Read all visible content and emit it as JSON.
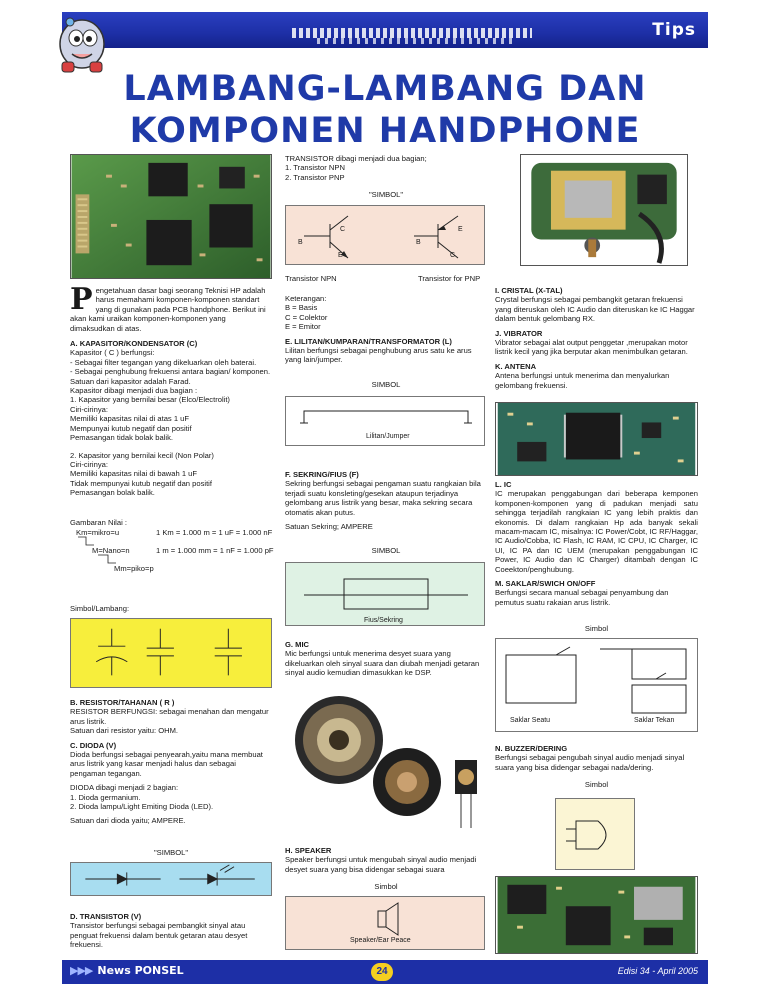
{
  "header": {
    "section": "Tips"
  },
  "title": {
    "line1": "LAMBANG-LAMBANG DAN",
    "line2": "KOMPONEN HANDPHONE"
  },
  "col1": {
    "dropcap": "P",
    "intro": "engetahuan dasar bagi seorang Teknisi HP adalah harus memahami komponen-komponen standart yang di gunakan pada PCB handphone. Berikut ini akan kami uraikan komponen-komponen yang dimaksudkan di atas.",
    "a_title": "A. KAPASITOR/KONDENSATOR (C)",
    "a_text1": "Kapasitor ( C ) berfungsi:",
    "a_text2": "- Sebagai filter tegangan yang dikeluarkan oleh baterai.",
    "a_text3": "- Sebagai penghubung frekuensi antara bagian/ komponen.",
    "a_text4": "Satuan dari kapasitor adalah Farad.",
    "a_text5": "Kapasitor dibagi menjadi dua bagian :",
    "a_text6": "1. Kapasitor yang bernilai besar (Elco/Electrolit)",
    "a_text7": "Ciri-cirinya:",
    "a_text8": "Memiliki kapasitas nilai di atas 1 uF",
    "a_text9": "Mempunyai kutub negatif dan positif",
    "a_text10": "Pemasangan tidak bolak balik.",
    "a_text11": "2. Kapasitor yang bernilai kecil (Non Polar)",
    "a_text12": "Ciri-cirinya:",
    "a_text13": "Memiliki kapasitas nilai di bawah 1 uF",
    "a_text14": "Tidak mempunyai kutub negatif dan positif",
    "a_text15": "Pemasangan bolak balik.",
    "nilai_title": "Gambaran Nilai :",
    "nilai_km": "Km=mikro=u",
    "nilai_m": "M=Nano=n",
    "nilai_mm": "Mm=piko=p",
    "nilai_eq1": "1 Km = 1.000 m = 1 uF = 1.000 nF",
    "nilai_eq2": "1 m = 1.000 mm = 1 nF = 1.000 pF",
    "simbol_label": "Simbol/Lambang:",
    "b_title": "B. RESISTOR/TAHANAN ( R )",
    "b_text1": "RESISTOR BERFUNGSI: sebagai menahan dan mengatur arus listrik.",
    "b_text2": "Satuan dari resistor yaitu: OHM.",
    "c_title": "C. DIODA (V)",
    "c_text1": "Dioda berfungsi sebagai penyearah,yaitu mana membuat arus listrik yang kasar menjadi halus dan sebagai pengaman tegangan.",
    "c_text2": "DIODA dibagi menjadi 2 bagian:",
    "c_text3": "1. Dioda germanium.",
    "c_text4": "2. Dioda lampu/Light Emiting Dioda (LED).",
    "c_text5": "Satuan dari dioda yaitu; AMPERE.",
    "c_simbol": "\"SIMBOL\"",
    "d_title": "D. TRANSISTOR (V)",
    "d_text1": "Transistor berfungsi sebagai pembangkit sinyal atau penguat frekuensi dalam bentuk getaran atau desyet frekuensi."
  },
  "col2": {
    "t_text1": "TRANSISTOR dibagi menjadi dua bagian;",
    "t_text2": "1. Transistor NPN",
    "t_text3": "2. Transistor PNP",
    "t_simbol": "\"SIMBOL\"",
    "t_npn": "Transistor NPN",
    "t_pnp": "Transistor for PNP",
    "b": "B",
    "c": "C",
    "e": "E",
    "ket_title": "Keterangan:",
    "ket_b": "B = Basis",
    "ket_c": "C = Colektor",
    "ket_e": "E = Emitor",
    "e_title": "E. LILITAN/KUMPARAN/TRANSFORMATOR (L)",
    "e_text1": "Lilitan berfungsi sebagai penghubung arus satu ke arus yang lain/jumper.",
    "e_simbol": "SIMBOL",
    "e_box": "Lilitan/Jumper",
    "f_title": "F. SEKRING/FIUS (F)",
    "f_text1": "Sekring berfungsi sebagai pengaman suatu rangkaian bila terjadi suatu konsleting/gesekan ataupun terjadinya gelombang arus listrik yang besar, maka sekring secara otomatis akan putus.",
    "f_text2": "Satuan Sekring; AMPERE",
    "f_simbol": "SIMBOL",
    "f_box": "Fius/Sekring",
    "g_title": "G. MIC",
    "g_text1": "Mic berfungsi untuk menerima desyet suara yang dikeluarkan oleh sinyal suara dan diubah menjadi getaran sinyal audio kemudian dimasukkan ke DSP.",
    "h_title": "H. SPEAKER",
    "h_text1": "Speaker berfungsi untuk mengubah sinyal audio menjadi desyet suara yang bisa didengar sebagai suara",
    "h_simbol": "Simbol",
    "h_box": "Speaker/Ear Peace"
  },
  "col3": {
    "i_title": "I. CRISTAL (X-TAL)",
    "i_text1": "Crystal berfungsi sebagai pembangkit getaran frekuensi yang diteruskan oleh IC Audio dan diteruskan ke IC Haggar dalam bentuk gelombang RX.",
    "j_title": "J. VIBRATOR",
    "j_text1": "Vibrator sebagai alat output penggetar ,merupakan motor listrik kecil yang jika berputar akan menimbulkan getaran.",
    "k_title": "K. ANTENA",
    "k_text1": "Antena berfungsi untuk menerima dan menyalurkan gelombang frekuensi.",
    "l_title": "L. IC",
    "l_text1": "IC merupakan penggabungan dari beberapa kemponen komponen-komponen yang di padukan menjadi satu sehingga terjadilah rangkaian IC yang lebih praktis dan ekonomis. Di dalam rangkaian Hp ada banyak sekali macam-macam IC, misalnya: IC Power/Cobt, IC RF/Haggar, IC Audio/Cobba, IC Flash, IC RAM, IC CPU, IC Charger, IC UI, IC PA dan IC UEM (merupakan penggabungan IC Power, IC Audio dan IC Charger) ditambah dengan IC Coeekton/penghubung.",
    "m_title": "M. SAKLAR/SWICH ON/OFF",
    "m_text1": "Berfungsi secara manual sebagai penyambung dan pemutus suatu rakaian arus listrik.",
    "m_simbol": "Simbol",
    "m_seatu": "Saklar Seatu",
    "m_tekan": "Saklar Tekan",
    "n_title": "N. BUZZER/DERING",
    "n_text1": "Berfungsi sebagai pengubah sinyal audio menjadi sinyal suara yang bisa didengar sebagai nada/dering.",
    "n_simbol": "Simbol"
  },
  "footer": {
    "arrows": "▶▶▶",
    "magazine": "News PONSEL",
    "page": "24",
    "edisi": "Edisi 34 - April 2005"
  },
  "colors": {
    "brand_blue": "#1d2fa6",
    "title_blue": "#1f3aa8",
    "yellow_box": "#f7ee3c",
    "cyan_box": "#a8ddf0",
    "pink_box": "#f8e2d6",
    "mint_box": "#dff2e4",
    "cream_box": "#fbf5d4"
  }
}
